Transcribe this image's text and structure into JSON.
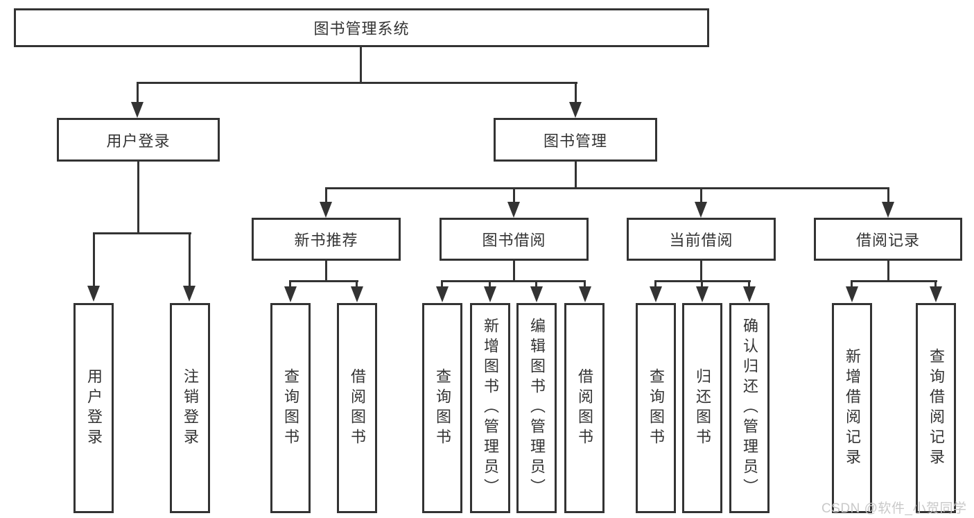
{
  "diagram": {
    "title": "图书管理系统",
    "branches": {
      "user_login": {
        "label": "用户登录"
      },
      "book_mgmt": {
        "label": "图书管理"
      }
    },
    "modules": [
      {
        "label": "新书推荐"
      },
      {
        "label": "图书借阅"
      },
      {
        "label": "当前借阅"
      },
      {
        "label": "借阅记录"
      }
    ],
    "leaves": {
      "user_login": [
        "用户登录",
        "注销登录"
      ],
      "new_books": [
        "查询图书",
        "借阅图书"
      ],
      "book_borrow": [
        "查询图书",
        "新增图书（管理员）",
        "编辑图书（管理员）",
        "借阅图书"
      ],
      "current_borrow": [
        "查询图书",
        "归还图书",
        "确认归还（管理员）"
      ],
      "borrow_records": [
        "新增借阅记录",
        "查询借阅记录"
      ]
    }
  },
  "watermark": "CSDN @软件_小贺同学",
  "colors": {
    "line": "#333333",
    "text": "#333333",
    "box_background": "#ffffff",
    "watermark": "#c9c9c9",
    "page_background": "#ffffff"
  }
}
